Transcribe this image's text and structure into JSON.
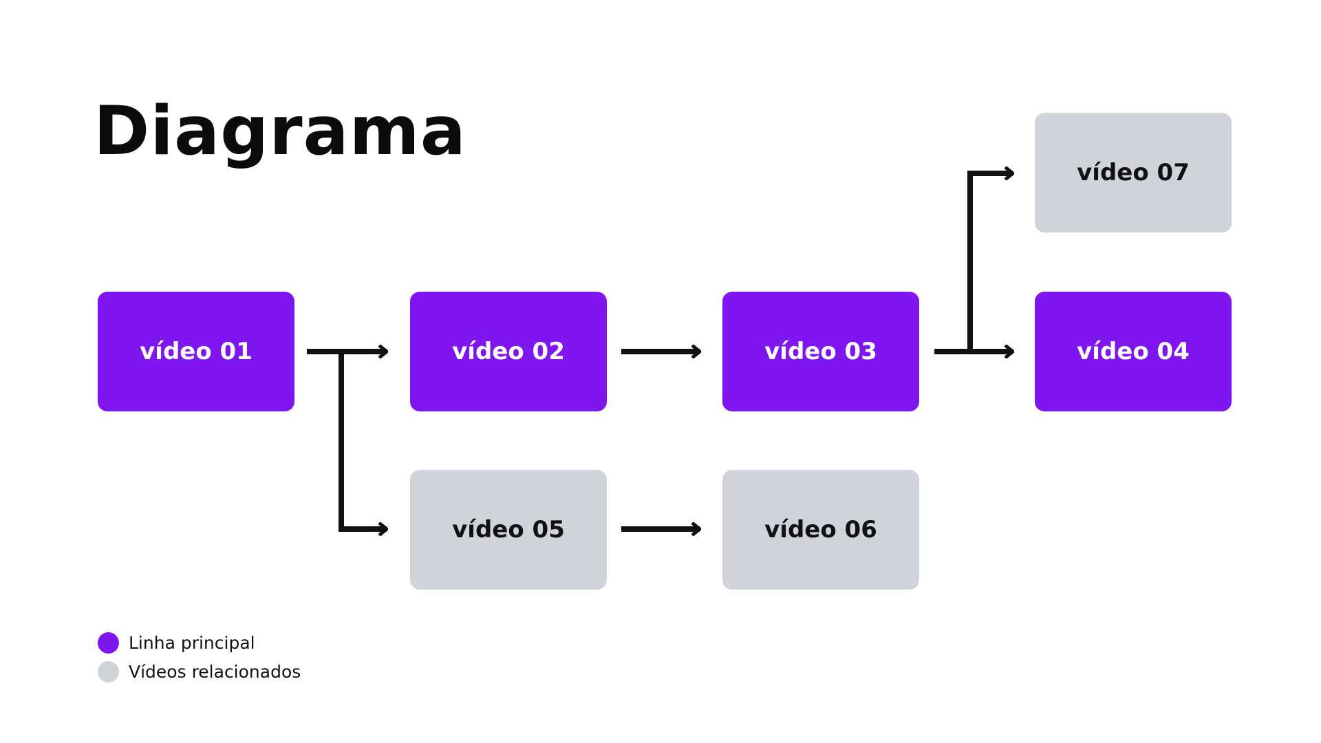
{
  "title": "Diagrama",
  "colors": {
    "primary": "#7f16f0",
    "related": "#d0d3da",
    "arrow": "#111111"
  },
  "nodes": {
    "v01": {
      "label": "vídeo 01",
      "kind": "primary"
    },
    "v02": {
      "label": "vídeo 02",
      "kind": "primary"
    },
    "v03": {
      "label": "vídeo 03",
      "kind": "primary"
    },
    "v04": {
      "label": "vídeo 04",
      "kind": "primary"
    },
    "v05": {
      "label": "vídeo 05",
      "kind": "related"
    },
    "v06": {
      "label": "vídeo 06",
      "kind": "related"
    },
    "v07": {
      "label": "vídeo 07",
      "kind": "related"
    }
  },
  "edges": [
    {
      "from": "vídeo 01",
      "to": "vídeo 02"
    },
    {
      "from": "vídeo 01",
      "to": "vídeo 05"
    },
    {
      "from": "vídeo 02",
      "to": "vídeo 03"
    },
    {
      "from": "vídeo 05",
      "to": "vídeo 06"
    },
    {
      "from": "vídeo 03",
      "to": "vídeo 04"
    },
    {
      "from": "vídeo 03",
      "to": "vídeo 07"
    }
  ],
  "legend": {
    "primary_label": "Linha principal",
    "related_label": "Vídeos relacionados"
  }
}
